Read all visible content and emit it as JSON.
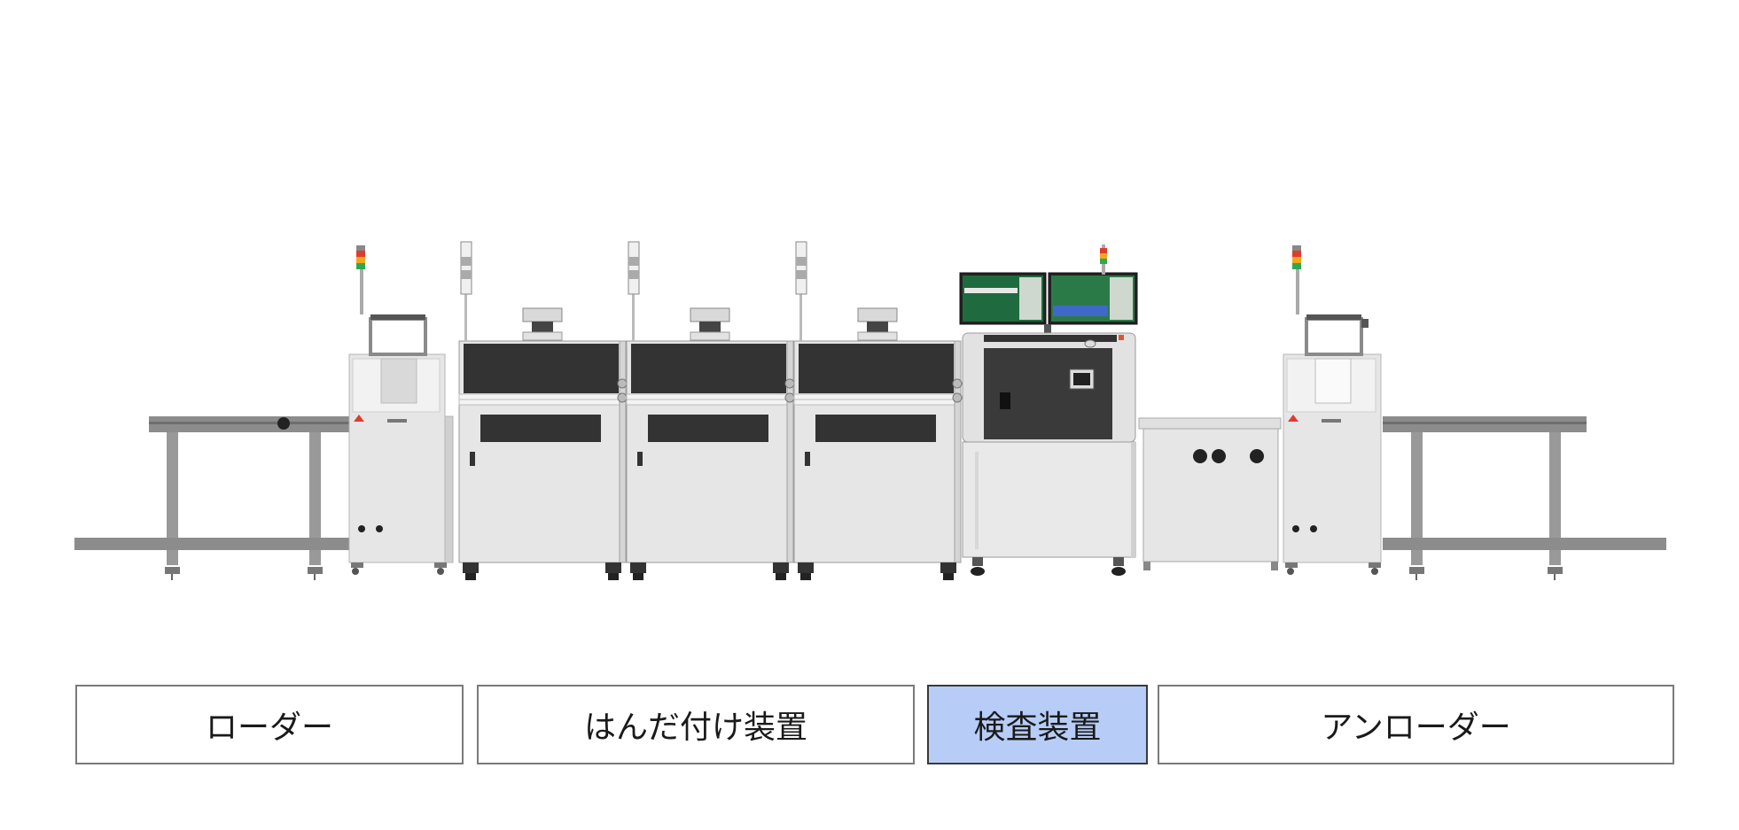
{
  "buttons": {
    "loader": "ローダー",
    "soldering": "はんだ付け装置",
    "inspection": "検査装置",
    "unloader": "アンローダー"
  },
  "selected_section": "inspection",
  "colors": {
    "selected_bg": "#b7cdf7",
    "machine_body": "#e6e6e6",
    "machine_dark": "#333333",
    "conveyor": "#8c8c8c",
    "screen": "#1f6b3f"
  },
  "tower_light_colors": [
    "#e23b2e",
    "#f0a81c",
    "#2fa84f"
  ]
}
